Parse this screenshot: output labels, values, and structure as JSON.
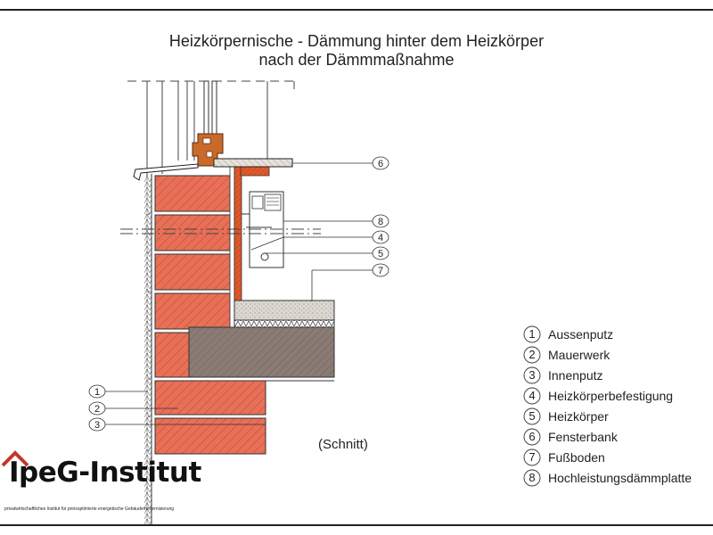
{
  "title_line1": "Heizkörpernische - Dämmung hinter dem Heizkörper",
  "title_line2": "nach der Dämmmaßnahme",
  "section_label": "(Schnitt)",
  "legend": [
    {
      "num": "1",
      "label": "Aussenputz"
    },
    {
      "num": "2",
      "label": "Mauerwerk"
    },
    {
      "num": "3",
      "label": "Innenputz"
    },
    {
      "num": "4",
      "label": "Heizkörperbefestigung"
    },
    {
      "num": "5",
      "label": "Heizkörper"
    },
    {
      "num": "6",
      "label": "Fensterbank"
    },
    {
      "num": "7",
      "label": "Fußboden"
    },
    {
      "num": "8",
      "label": "Hochleistungsdämmplatte"
    }
  ],
  "callouts_right": [
    "6",
    "8",
    "4",
    "5",
    "7"
  ],
  "callouts_left": [
    "1",
    "2",
    "3"
  ],
  "logo": {
    "name": "IpeG-Institut",
    "tagline": "privatwirtschaftliches Institut für preisoptimierte energetische Gebäudemodernisierung",
    "roof_color": "#c0392b"
  },
  "colors": {
    "brick": "#e87057",
    "brick_hatch": "#b84a36",
    "concrete": "#8a7b74",
    "insulation": "#e05a2a",
    "screed": "#d9d4cc",
    "window_frame": "#c9692a"
  }
}
